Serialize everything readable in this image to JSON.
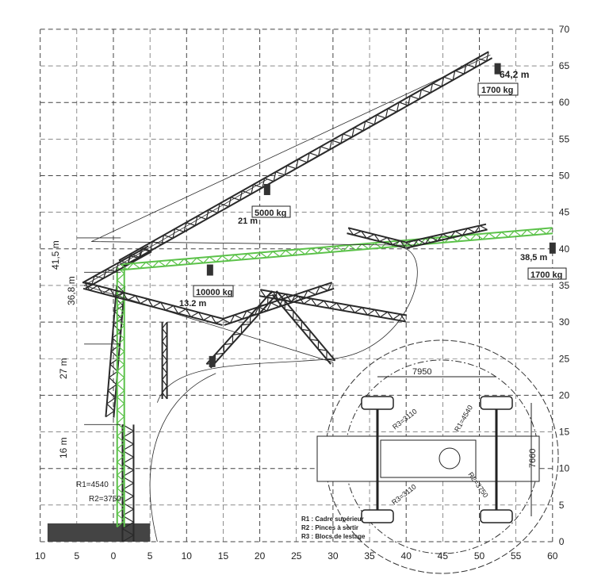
{
  "axes": {
    "x_ticks": [
      "10",
      "5",
      "0",
      "5",
      "10",
      "15",
      "20",
      "25",
      "30",
      "35",
      "40",
      "45",
      "50",
      "55",
      "60"
    ],
    "y_ticks": [
      "0",
      "5",
      "10",
      "15",
      "20",
      "25",
      "30",
      "35",
      "40",
      "45",
      "50",
      "55",
      "60",
      "65",
      "70"
    ]
  },
  "labels": {
    "radius_max": "64,2 m",
    "load_max_tip": "1700 kg",
    "radius_21": "21 m",
    "load_21": "5000 kg",
    "height_41": "41,5 m",
    "height_36": "36,8 m",
    "load_13": "10000 kg",
    "radius_13": "13.2 m",
    "radius_38": "38,5 m",
    "load_38": "1700 kg",
    "height_27": "27 m",
    "height_16": "16 m",
    "r1_side": "R1=4540",
    "r2_side": "R2=3750"
  },
  "top_view": {
    "width_dim": "7950",
    "length_dim": "7660",
    "r1": "R1=4540",
    "r2": "R2=3750",
    "r3_top": "R3=3110",
    "r3_bottom": "R3=3110"
  },
  "legend": [
    "R1 : Cadre supérieur",
    "R2 : Pinces à sertir",
    "R3 : Blocs de lestage"
  ],
  "colors": {
    "grid": "#444444",
    "truss": "#2a2a2a",
    "highlight": "#5cc24a"
  }
}
